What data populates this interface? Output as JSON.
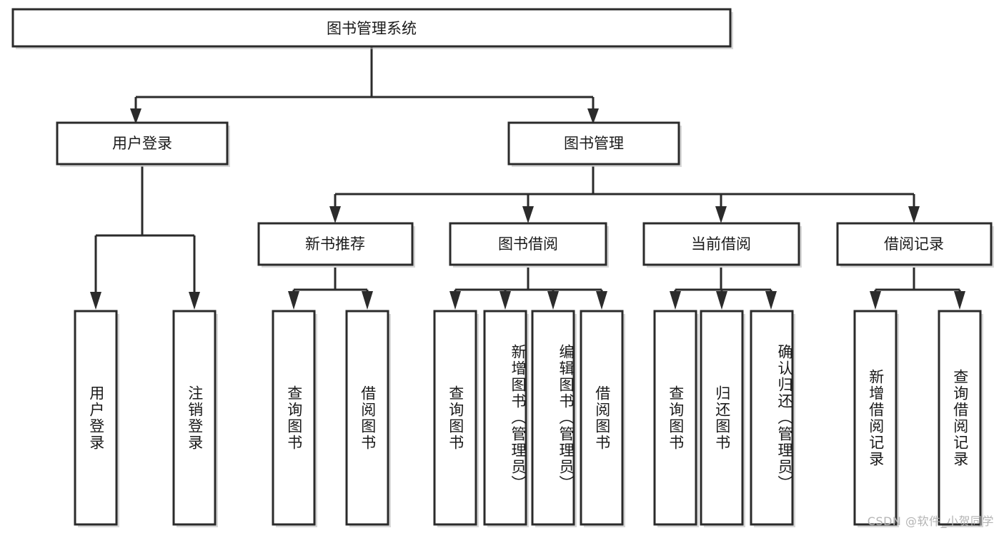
{
  "diagram": {
    "title": "图书管理系统",
    "type": "tree",
    "orientation": "top-down",
    "colors": {
      "box_fill": "#ffffff",
      "box_stroke": "#2b2b2b",
      "connector": "#2b2b2b",
      "text": "#1a1a1a",
      "background": "#ffffff",
      "watermark": "#b4b4b4"
    },
    "root": {
      "label": "图书管理系统"
    },
    "level2": [
      {
        "label": "用户登录"
      },
      {
        "label": "图书管理"
      }
    ],
    "level3": [
      {
        "label": "新书推荐"
      },
      {
        "label": "图书借阅"
      },
      {
        "label": "当前借阅"
      },
      {
        "label": "借阅记录"
      }
    ],
    "leaves": {
      "user_login": [
        {
          "label": "用户登录"
        },
        {
          "label": "注销登录"
        }
      ],
      "new_book_recommend": [
        {
          "label": "查询图书"
        },
        {
          "label": "借阅图书"
        }
      ],
      "book_borrow": [
        {
          "label": "查询图书"
        },
        {
          "label": "新增图书（管理员）"
        },
        {
          "label": "编辑图书（管理员）"
        },
        {
          "label": "借阅图书"
        }
      ],
      "current_borrow": [
        {
          "label": "查询图书"
        },
        {
          "label": "归还图书"
        },
        {
          "label": "确认归还（管理员）"
        }
      ],
      "borrow_record": [
        {
          "label": "新增借阅记录"
        },
        {
          "label": "查询借阅记录"
        }
      ]
    },
    "watermark": "CSDN @软件_小贺同学"
  }
}
